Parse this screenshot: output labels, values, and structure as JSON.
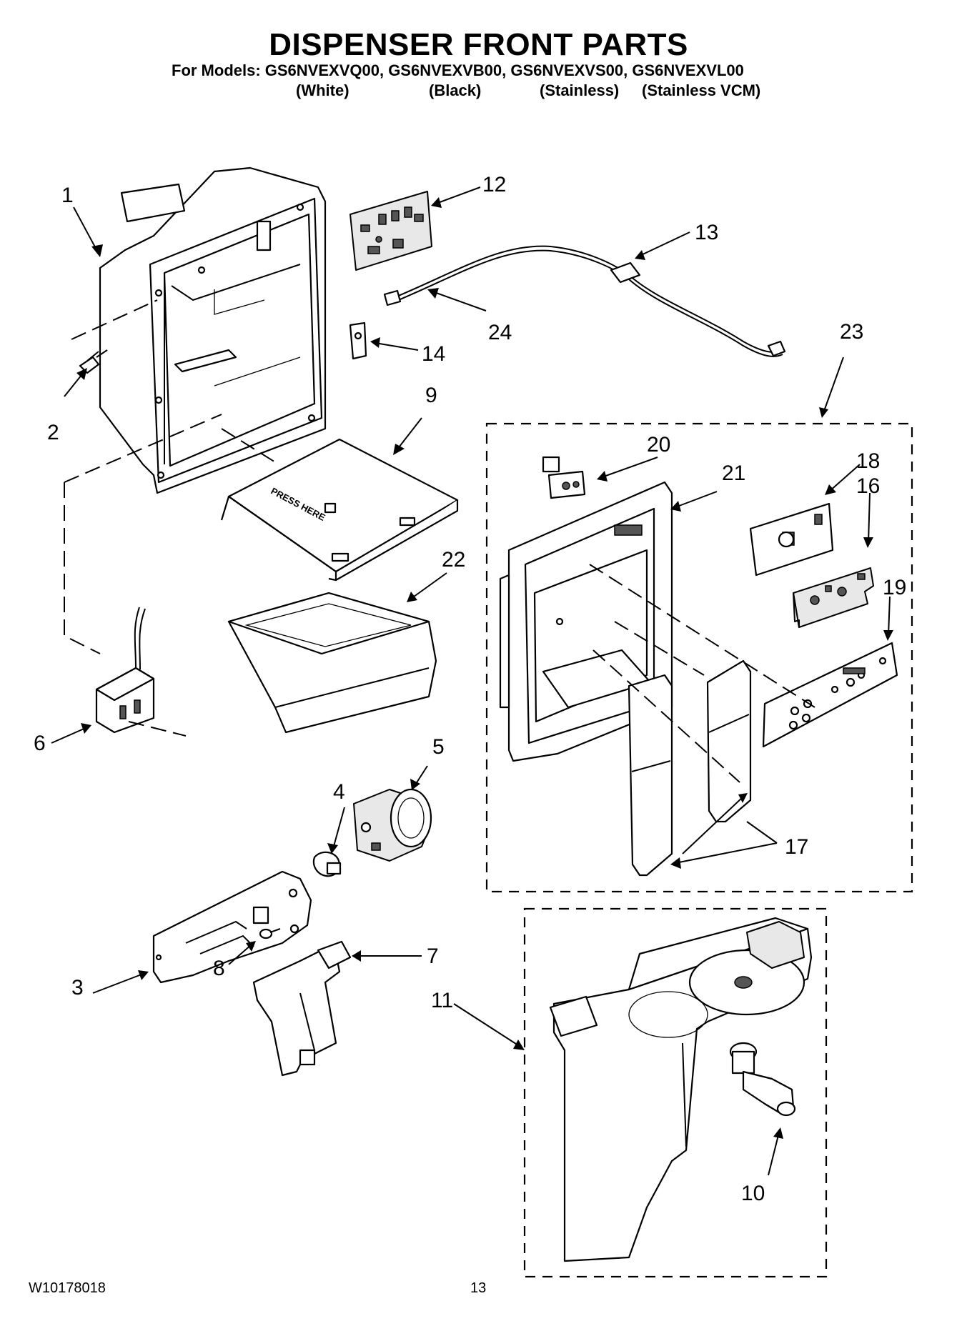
{
  "header": {
    "title": "DISPENSER FRONT PARTS",
    "models": "For Models: GS6NVEXVQ00, GS6NVEXVB00, GS6NVEXVS00, GS6NVEXVL00",
    "variants": [
      "(White)",
      "(Black)",
      "(Stainless)",
      "(Stainless VCM)"
    ]
  },
  "callouts": {
    "c1": "1",
    "c2": "2",
    "c3": "3",
    "c4": "4",
    "c5": "5",
    "c6": "6",
    "c7": "7",
    "c8": "8",
    "c9": "9",
    "c10": "10",
    "c11": "11",
    "c12": "12",
    "c13": "13",
    "c14": "14",
    "c16": "16",
    "c17": "17",
    "c18": "18",
    "c19": "19",
    "c20": "20",
    "c21": "21",
    "c22": "22",
    "c23": "23",
    "c24": "24"
  },
  "part_printing": {
    "shelf_text": "PRESS HERE"
  },
  "footer": {
    "doc_number": "W10178018",
    "page_number": "13"
  }
}
